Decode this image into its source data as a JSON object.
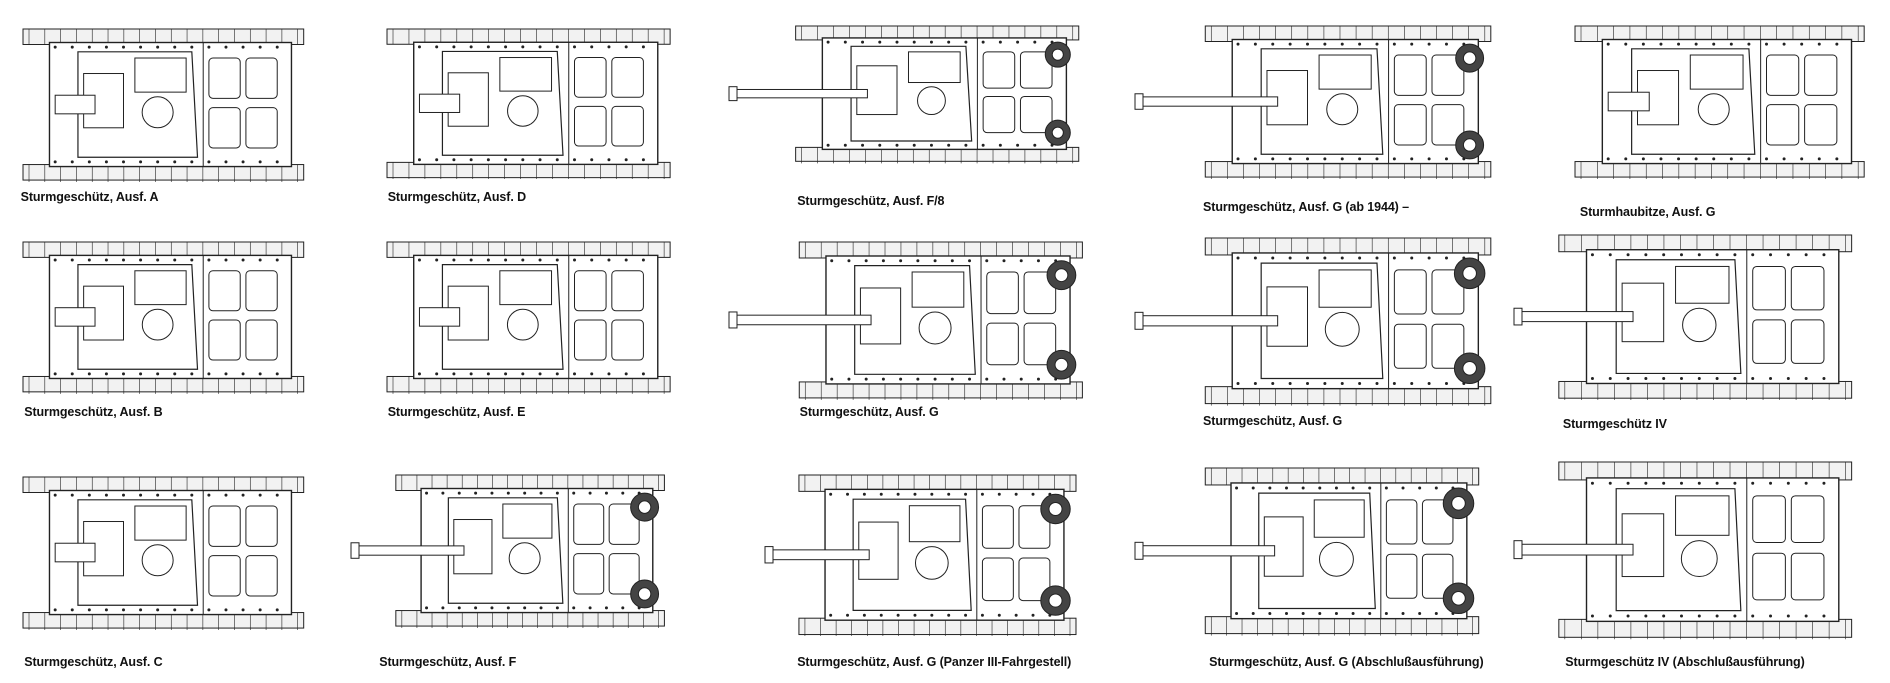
{
  "plates": [
    {
      "id": "stug-a",
      "label": "Sturmgeschütz, Ausf. A",
      "gun": "short"
    },
    {
      "id": "stug-d",
      "label": "Sturmgeschütz, Ausf. D",
      "gun": "short"
    },
    {
      "id": "stug-f8",
      "label": "Sturmgeschütz, Ausf. F/8",
      "gun": "long"
    },
    {
      "id": "stug-g-1944",
      "label": "Sturmgeschütz, Ausf. G (ab 1944) –",
      "gun": "long"
    },
    {
      "id": "stuh-g",
      "label": "Sturmhaubitze, Ausf. G",
      "gun": "short"
    },
    {
      "id": "stug-b",
      "label": "Sturmgeschütz, Ausf. B",
      "gun": "short"
    },
    {
      "id": "stug-e",
      "label": "Sturmgeschütz, Ausf. E",
      "gun": "short"
    },
    {
      "id": "stug-g",
      "label": "Sturmgeschütz, Ausf. G",
      "gun": "long"
    },
    {
      "id": "stug-g-2",
      "label": "Sturmgeschütz, Ausf. G",
      "gun": "long"
    },
    {
      "id": "stug-iv",
      "label": "Sturmgeschütz IV",
      "gun": "long"
    },
    {
      "id": "stug-c",
      "label": "Sturmgeschütz, Ausf. C",
      "gun": "short"
    },
    {
      "id": "stug-f",
      "label": "Sturmgeschütz, Ausf. F",
      "gun": "long"
    },
    {
      "id": "stug-g-p3",
      "label": "Sturmgeschütz, Ausf. G (Panzer III-Fahrgestell)",
      "gun": "long"
    },
    {
      "id": "stug-g-final",
      "label": "Sturmgeschütz, Ausf. G (Abschlußausführung)",
      "gun": "long"
    },
    {
      "id": "stug-iv-final",
      "label": "Sturmgeschütz IV (Abschlußausführung)",
      "gun": "long"
    }
  ]
}
